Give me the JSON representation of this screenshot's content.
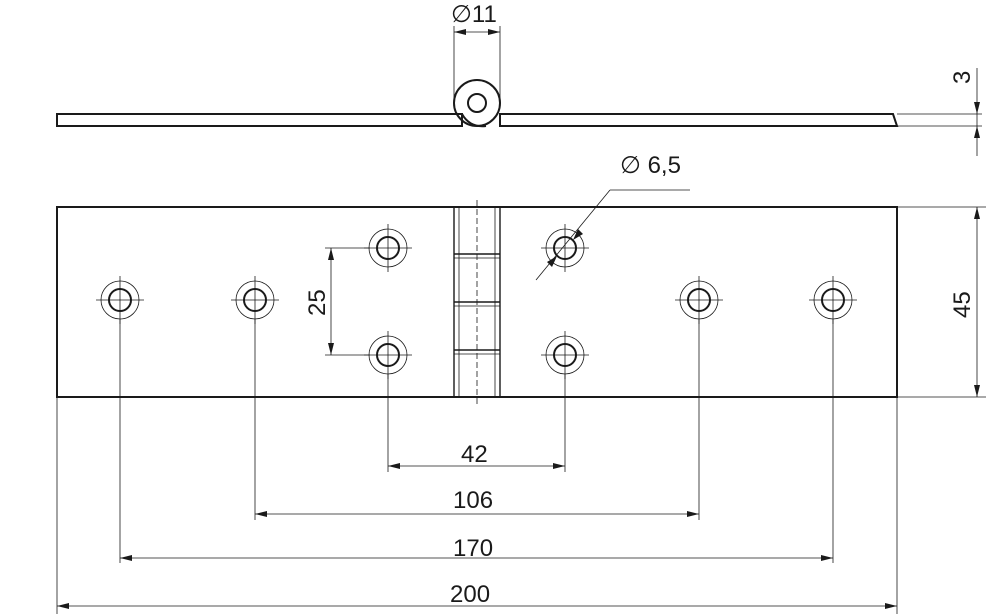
{
  "dimensions": {
    "pin_diameter": "∅11",
    "thickness": "3",
    "hole_diameter": "∅ 6,5",
    "width": "45",
    "hole_vertical_spacing": "25",
    "inner_hole_spacing": "42",
    "middle_hole_spacing": "106",
    "outer_hole_spacing": "170",
    "total_length": "200"
  }
}
